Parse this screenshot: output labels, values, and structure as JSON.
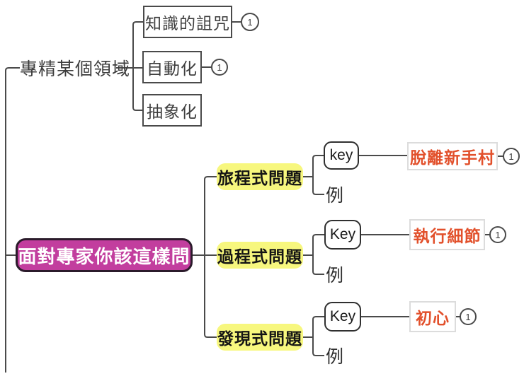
{
  "colors": {
    "line": "#4a4a4a",
    "magenta_fill": "#c23e9e",
    "magenta_border": "#2b1b2b",
    "yellow_fill": "#f7f77e",
    "red_text": "#e2502b",
    "value_border": "#dcdcdc",
    "text_dark": "#3d3d3d"
  },
  "mindmap": {
    "top_branch": {
      "label": "專精某個領域",
      "children": [
        {
          "label": "知識的詛咒",
          "badge": "1"
        },
        {
          "label": "自動化",
          "badge": "1"
        },
        {
          "label": "抽象化"
        }
      ]
    },
    "main_node": {
      "label": "面對專家你該這樣問"
    },
    "branches": [
      {
        "label": "旅程式問題",
        "key_label": "key",
        "key_value": "脫離新手村",
        "badge": "1",
        "example_label": "例"
      },
      {
        "label": "過程式問題",
        "key_label": "Key",
        "key_value": "執行細節",
        "badge": "1",
        "example_label": "例"
      },
      {
        "label": "發現式問題",
        "key_label": "Key",
        "key_value": "初心",
        "badge": "1",
        "example_label": "例"
      }
    ]
  }
}
